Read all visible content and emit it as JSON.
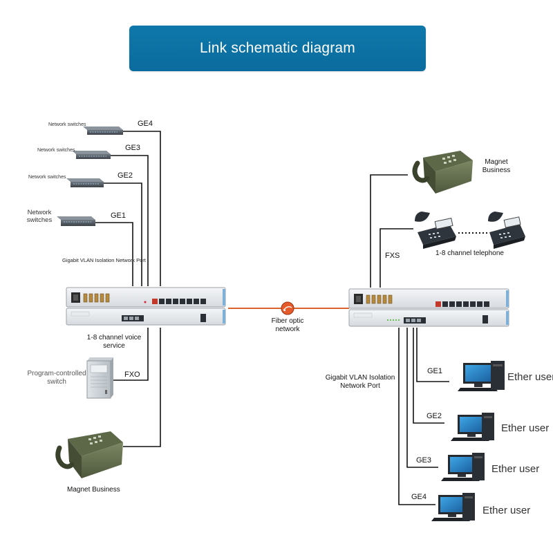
{
  "title": "Link schematic diagram",
  "left": {
    "switches": [
      {
        "label": "Network switches",
        "port": "GE4"
      },
      {
        "label": "Network switches",
        "port": "GE3"
      },
      {
        "label": "Network switches",
        "port": "GE2"
      },
      {
        "label": "Network switches",
        "port": "GE1"
      }
    ],
    "vlan_port_label": "Gigabit VLAN Isolation Network Port",
    "voice_label": "1-8 channel voice service",
    "pbx_label": "Program-controlled switch",
    "pbx_port": "FXO",
    "magnet_label": "Magnet Business"
  },
  "center": {
    "fiber_label": "Fiber optic network"
  },
  "right": {
    "magnet_label": "Magnet Business",
    "fxs_label": "FXS",
    "telephone_label": "1-8 channel telephone",
    "vlan_port_label": "Gigabit VLAN Isolation Network Port",
    "users": [
      {
        "port": "GE1",
        "label": "Ether user"
      },
      {
        "port": "GE2",
        "label": "Ether user"
      },
      {
        "port": "GE3",
        "label": "Ether user"
      },
      {
        "port": "GE4",
        "label": "Ether user"
      }
    ]
  }
}
